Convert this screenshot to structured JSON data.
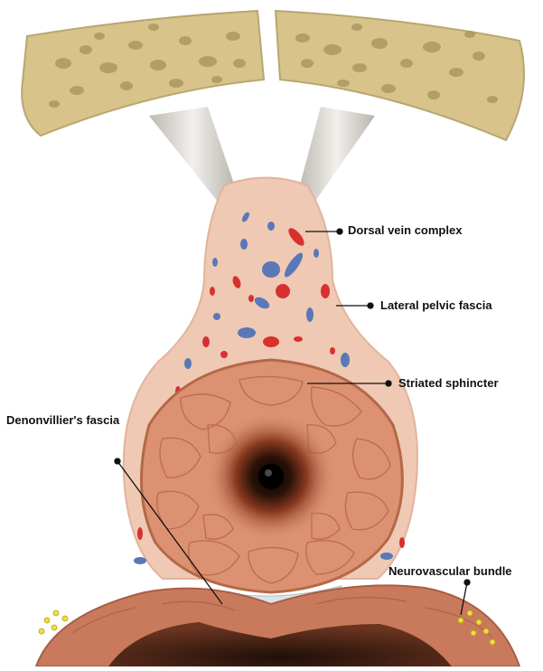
{
  "labels": {
    "dorsal_vein_complex": "Dorsal vein complex",
    "lateral_pelvic_fascia": "Lateral pelvic fascia",
    "striated_sphincter": "Striated sphincter",
    "denonvillier_fascia": "Denonvillier's fascia",
    "neurovascular_bundle": "Neurovascular bundle"
  },
  "colors": {
    "bone": "#d8c48a",
    "bone_pore": "#a89560",
    "ligament": "#d9d6d0",
    "fascia_tissue": "#efc9b3",
    "sphincter_muscle": "#dc9272",
    "vein_blue": "#5a78b8",
    "artery_red": "#d83030",
    "rectum_wall": "#c97a5c",
    "rectum_lumen": "#3a1e12",
    "nerve_yellow": "#f2dd3a",
    "leader_line": "#111111"
  }
}
